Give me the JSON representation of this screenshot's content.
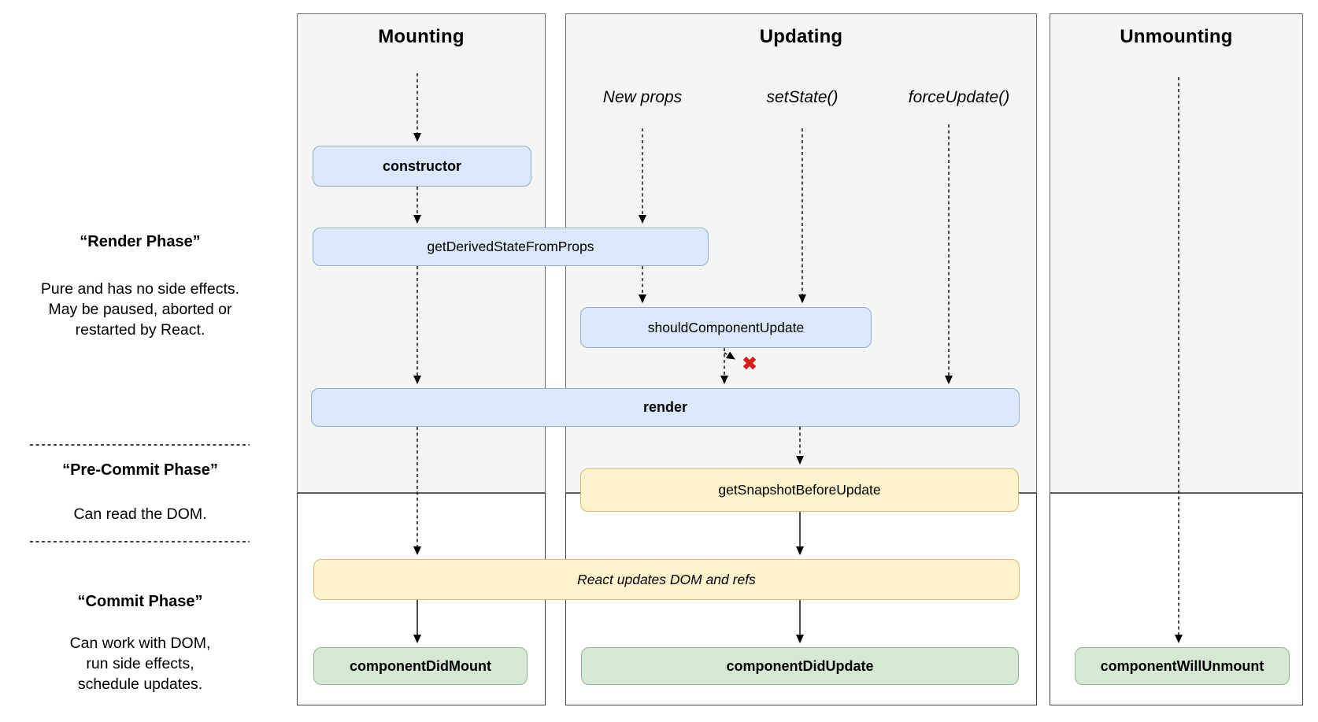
{
  "diagram": {
    "columns": {
      "mounting": {
        "title": "Mounting"
      },
      "updating": {
        "title": "Updating",
        "triggers": {
          "new_props": "New props",
          "set_state": "setState()",
          "force_update": "forceUpdate()"
        }
      },
      "unmounting": {
        "title": "Unmounting"
      }
    },
    "nodes": {
      "constructor": "constructor",
      "get_derived": "getDerivedStateFromProps",
      "should_update": "shouldComponentUpdate",
      "render": "render",
      "get_snapshot": "getSnapshotBeforeUpdate",
      "react_updates": "React updates DOM and refs",
      "did_mount": "componentDidMount",
      "did_update": "componentDidUpdate",
      "will_unmount": "componentWillUnmount"
    },
    "phases": {
      "render_phase": {
        "title": "“Render Phase”",
        "lines": [
          "Pure and has no side effects.",
          "May be paused, aborted or",
          "restarted by React."
        ]
      },
      "pre_commit": {
        "title": "“Pre-Commit Phase”",
        "lines": [
          "Can read the DOM."
        ]
      },
      "commit": {
        "title": "“Commit Phase”",
        "lines": [
          "Can work with DOM,",
          "run side effects,",
          "schedule updates."
        ]
      }
    },
    "icons": {
      "reject_x": "✖"
    },
    "colors": {
      "blue_fill": "#dbe8fc",
      "blue_border": "#94aecd",
      "yellow_fill": "#fff2cc",
      "yellow_border": "#d8bb6b",
      "green_fill": "#d5e8d4",
      "green_border": "#93b791",
      "panel_gray": "#f5f5f5",
      "panel_border_light": "#6f6f6f",
      "panel_border_dark": "#3f3f3f",
      "reject_red": "#d91c1c",
      "arrow_black": "#000000"
    }
  }
}
